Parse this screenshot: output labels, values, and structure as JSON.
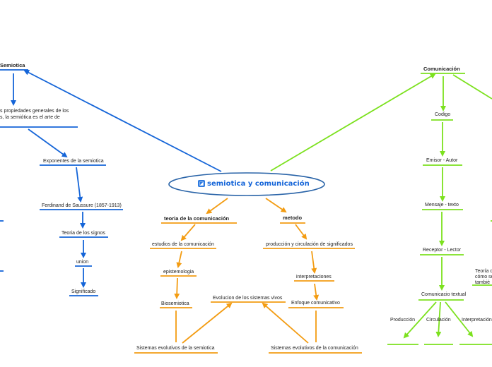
{
  "central": {
    "title": "semiotica y comunicación",
    "icon": "map-icon"
  },
  "colors": {
    "blue": "#1565d8",
    "orange": "#f39c12",
    "green": "#7ce11e",
    "center_stroke": "#2a64a8"
  },
  "semiotica": {
    "title": "Semiotica",
    "definition_line1": "s propiedades generales de los",
    "definition_line2": "s, la semiótica es el arte de",
    "exponentes": "Exponentes de la semiotica",
    "saussure": "Ferdinand de Saussure (1857-1913)",
    "teoria_signos": "Teoria de los signos",
    "union": "union",
    "significado": "Significado"
  },
  "teoria": {
    "title": "teoria de la comunicación",
    "estudios": "estudios de la comunicación",
    "epistemologia": "epistemologia",
    "biosemiotica": "Biosemiotica",
    "sistemas_semiotica": "Sistemas evolutivos de la semiotica",
    "evolucion": "Evolucion de los sistemas vivos"
  },
  "metodo": {
    "title": "metodo",
    "produccion": "producción y circulación de significados",
    "interpretaciones": "interpretaciones",
    "enfoque": "Enfoque comunicativo",
    "sistemas_comunicacion": "Sistemas evolutivos de la comunicación"
  },
  "comunicacion": {
    "title": "Comunicación",
    "codigo": "Codigo",
    "emisor": "Emisor - Autor",
    "mensaje": "Mensaje - texto",
    "receptor": "Receptor - Lector",
    "comunicacion_textual": "Comunicacio textual",
    "produccion": "Producción",
    "circulacion": "Circulación",
    "interpretacion": "Interpretación",
    "teoria_line1": "Teoría d",
    "teoria_line2": "cómo se",
    "teoria_line3": "tambié"
  }
}
